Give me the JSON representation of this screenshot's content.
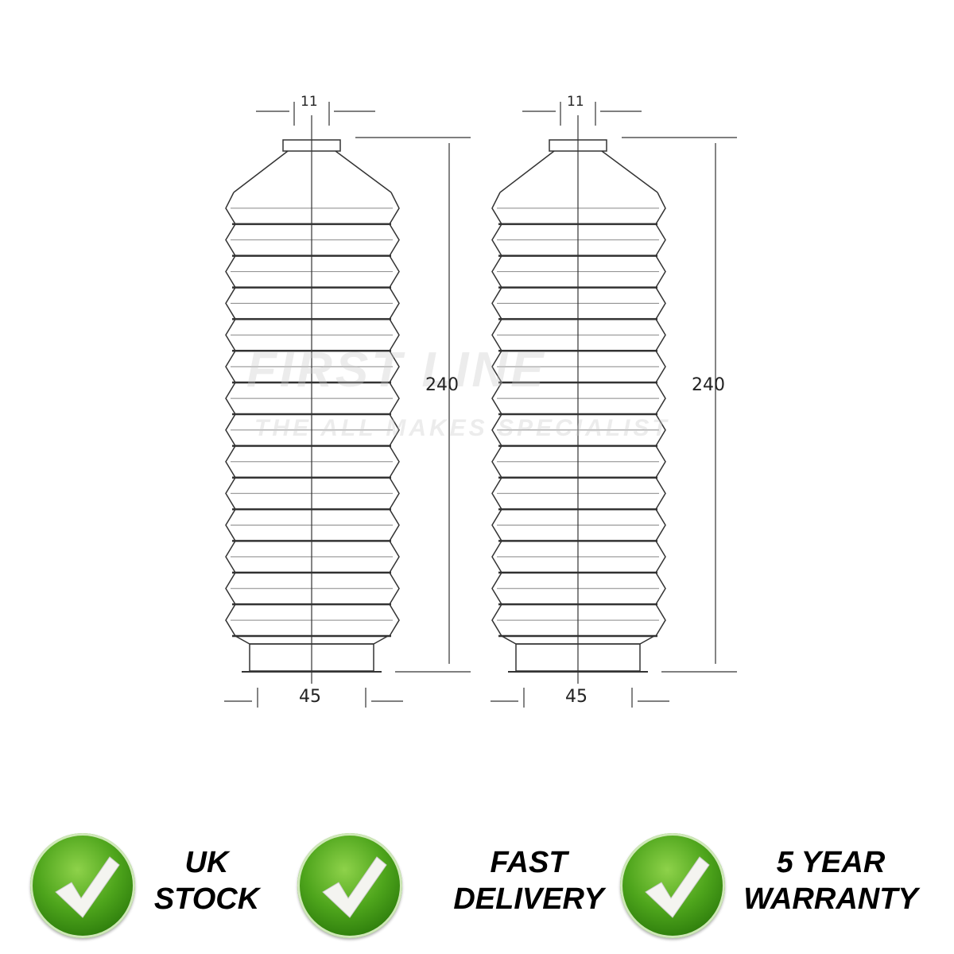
{
  "watermark": {
    "brand": "FIRST LINE",
    "tagline": "THE ALL MAKES SPECIALIST"
  },
  "diagram": {
    "parts": [
      {
        "top_dim": "11",
        "length_dim": "240",
        "bottom_dim": "45"
      },
      {
        "top_dim": "11",
        "length_dim": "240",
        "bottom_dim": "45"
      }
    ],
    "fold_count": 14
  },
  "badges": [
    {
      "line1": "UK",
      "line2": "STOCK"
    },
    {
      "line1": "FAST",
      "line2": "DELIVERY"
    },
    {
      "line1": "5 YEAR",
      "line2": "WARRANTY"
    }
  ],
  "colors": {
    "badge_green": "#4ea51c",
    "line": "#333333"
  }
}
